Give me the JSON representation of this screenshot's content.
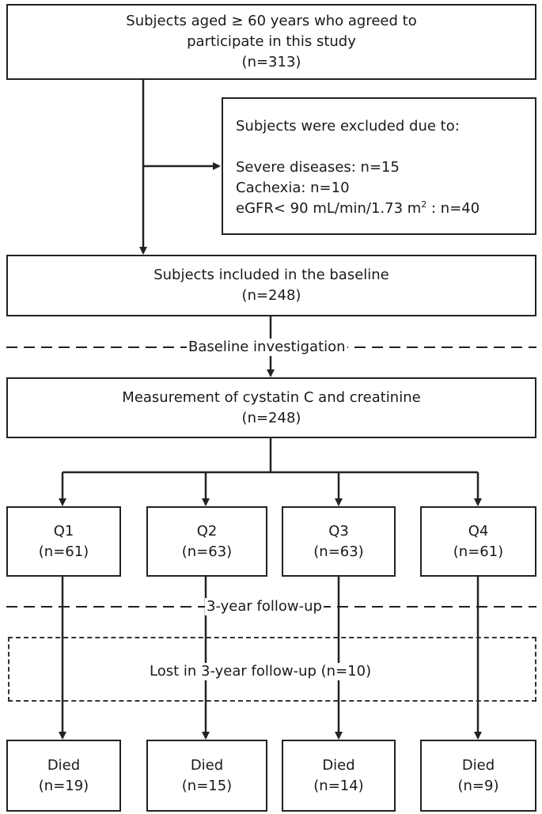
{
  "start": {
    "line1": "Subjects aged ≥ 60 years who agreed to",
    "line2": "participate in this study",
    "n": "(n=313)"
  },
  "exclusion": {
    "header": "Subjects were excluded due to:",
    "severe": "Severe diseases: n=15",
    "cachexia": "Cachexia: n=10",
    "egfr_pre": "eGFR< 90 mL/min/1.73 m",
    "egfr_sup": "2",
    "egfr_post": " : n=40"
  },
  "baseline": {
    "label": "Subjects included in the baseline",
    "n": "(n=248)"
  },
  "phase_baseline": "Baseline investigation",
  "measurement": {
    "label": "Measurement of cystatin C and creatinine",
    "n": "(n=248)"
  },
  "quartiles": [
    {
      "label": "Q1",
      "n": "(n=61)"
    },
    {
      "label": "Q2",
      "n": "(n=63)"
    },
    {
      "label": "Q3",
      "n": "(n=63)"
    },
    {
      "label": "Q4",
      "n": "(n=61)"
    }
  ],
  "phase_followup": "3-year follow-up",
  "lost": "Lost in 3-year follow-up (n=10)",
  "died": [
    {
      "label": "Died",
      "n": "(n=19)"
    },
    {
      "label": "Died",
      "n": "(n=15)"
    },
    {
      "label": "Died",
      "n": "(n=14)"
    },
    {
      "label": "Died",
      "n": "(n=9)"
    }
  ],
  "colors": {
    "stroke": "#222222",
    "background": "#ffffff"
  }
}
